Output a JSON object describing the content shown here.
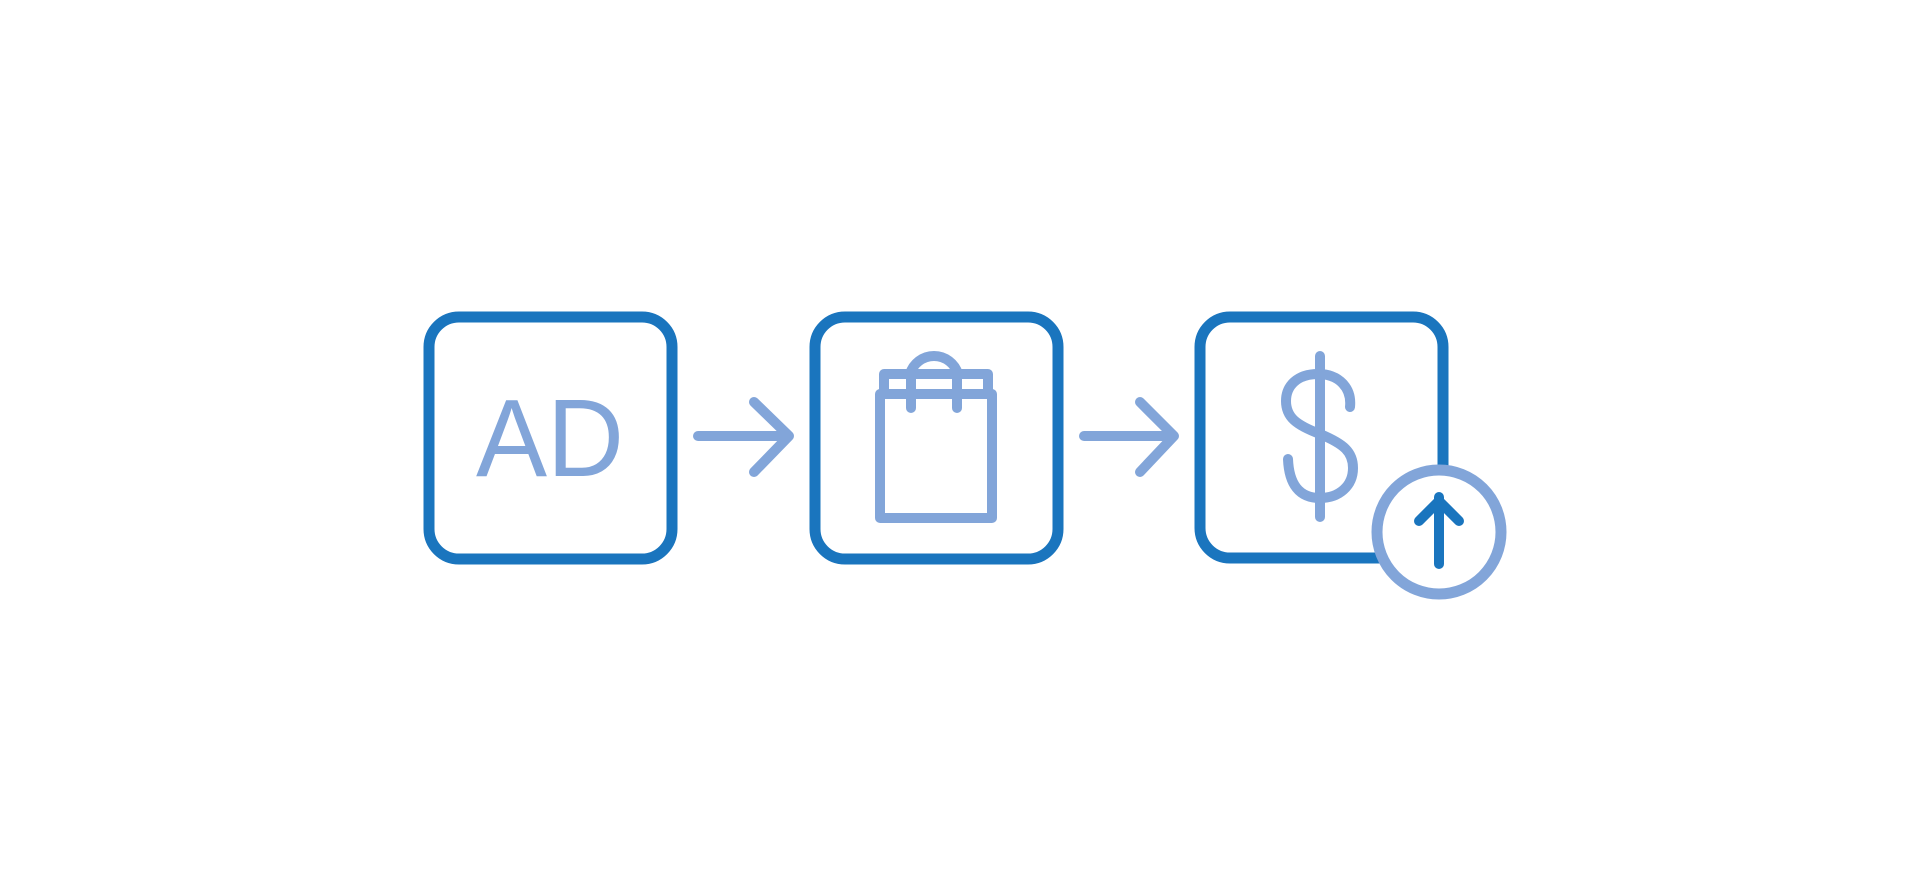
{
  "diagram": {
    "steps": [
      {
        "id": "ad",
        "icon": "ad-icon",
        "text": "AD"
      },
      {
        "id": "shopping",
        "icon": "shopping-bag-icon"
      },
      {
        "id": "revenue",
        "icon": "dollar-sign-icon",
        "badge": "arrow-up-circle-icon"
      }
    ],
    "connectors": [
      "arrow-right-icon",
      "arrow-right-icon"
    ]
  },
  "colors": {
    "primary": "#1a75be",
    "secondary": "#82a5d9",
    "background": "#ffffff"
  }
}
